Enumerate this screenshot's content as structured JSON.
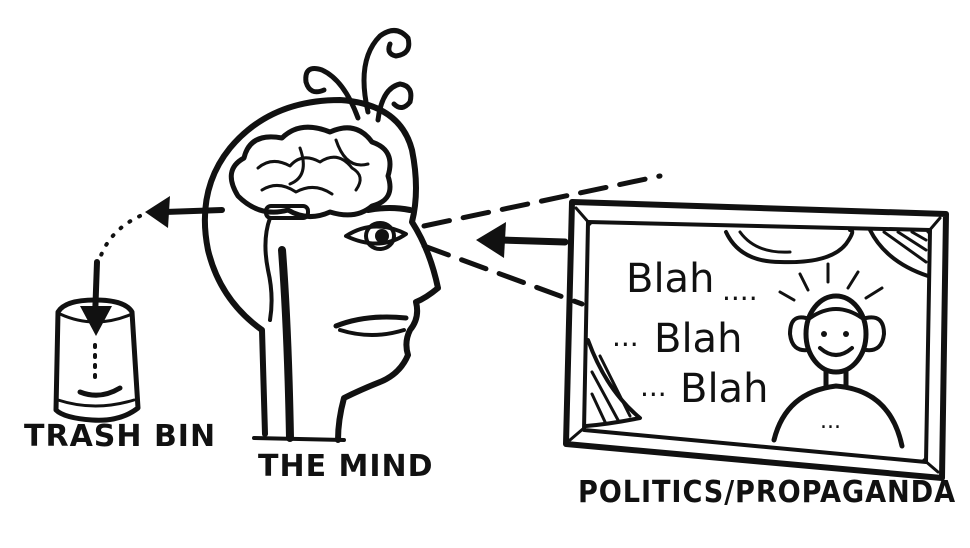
{
  "labels": {
    "trash_bin": "TRASH BIN",
    "mind": "THE MIND",
    "source": "POLITICS/PROPAGANDA"
  },
  "screen_text": {
    "blah1": "Blah",
    "dots1": "....",
    "blah2": "Blah",
    "dots2": "...",
    "blah3": "Blah",
    "dots3": "...",
    "face_dots": "..."
  },
  "colors": {
    "ink": "#111111",
    "paper": "#ffffff"
  }
}
